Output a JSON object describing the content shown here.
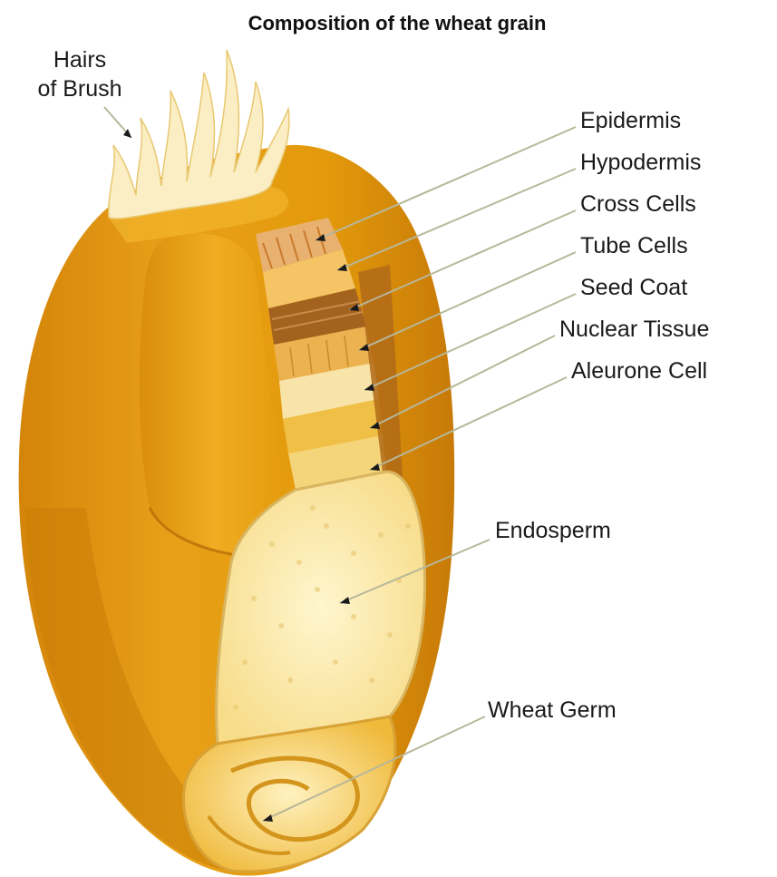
{
  "title": "Composition of the wheat grain",
  "labels": {
    "hairs_line1": "Hairs",
    "hairs_line2": "of Brush",
    "epidermis": "Epidermis",
    "hypodermis": "Hypodermis",
    "cross_cells": "Cross Cells",
    "tube_cells": "Tube Cells",
    "seed_coat": "Seed Coat",
    "nuclear_tissue": "Nuclear Tissue",
    "aleurone_cell": "Aleurone Cell",
    "endosperm": "Endosperm",
    "wheat_germ": "Wheat Germ"
  },
  "colors": {
    "husk": "#e39a0b",
    "husk_shadow": "#b96c05",
    "husk_highlight": "#f2b52c",
    "hairs": "#fbeec4",
    "endosperm": "#fbe7a6",
    "germ": "#f3c34a",
    "leader_line": "#b7b79a"
  }
}
